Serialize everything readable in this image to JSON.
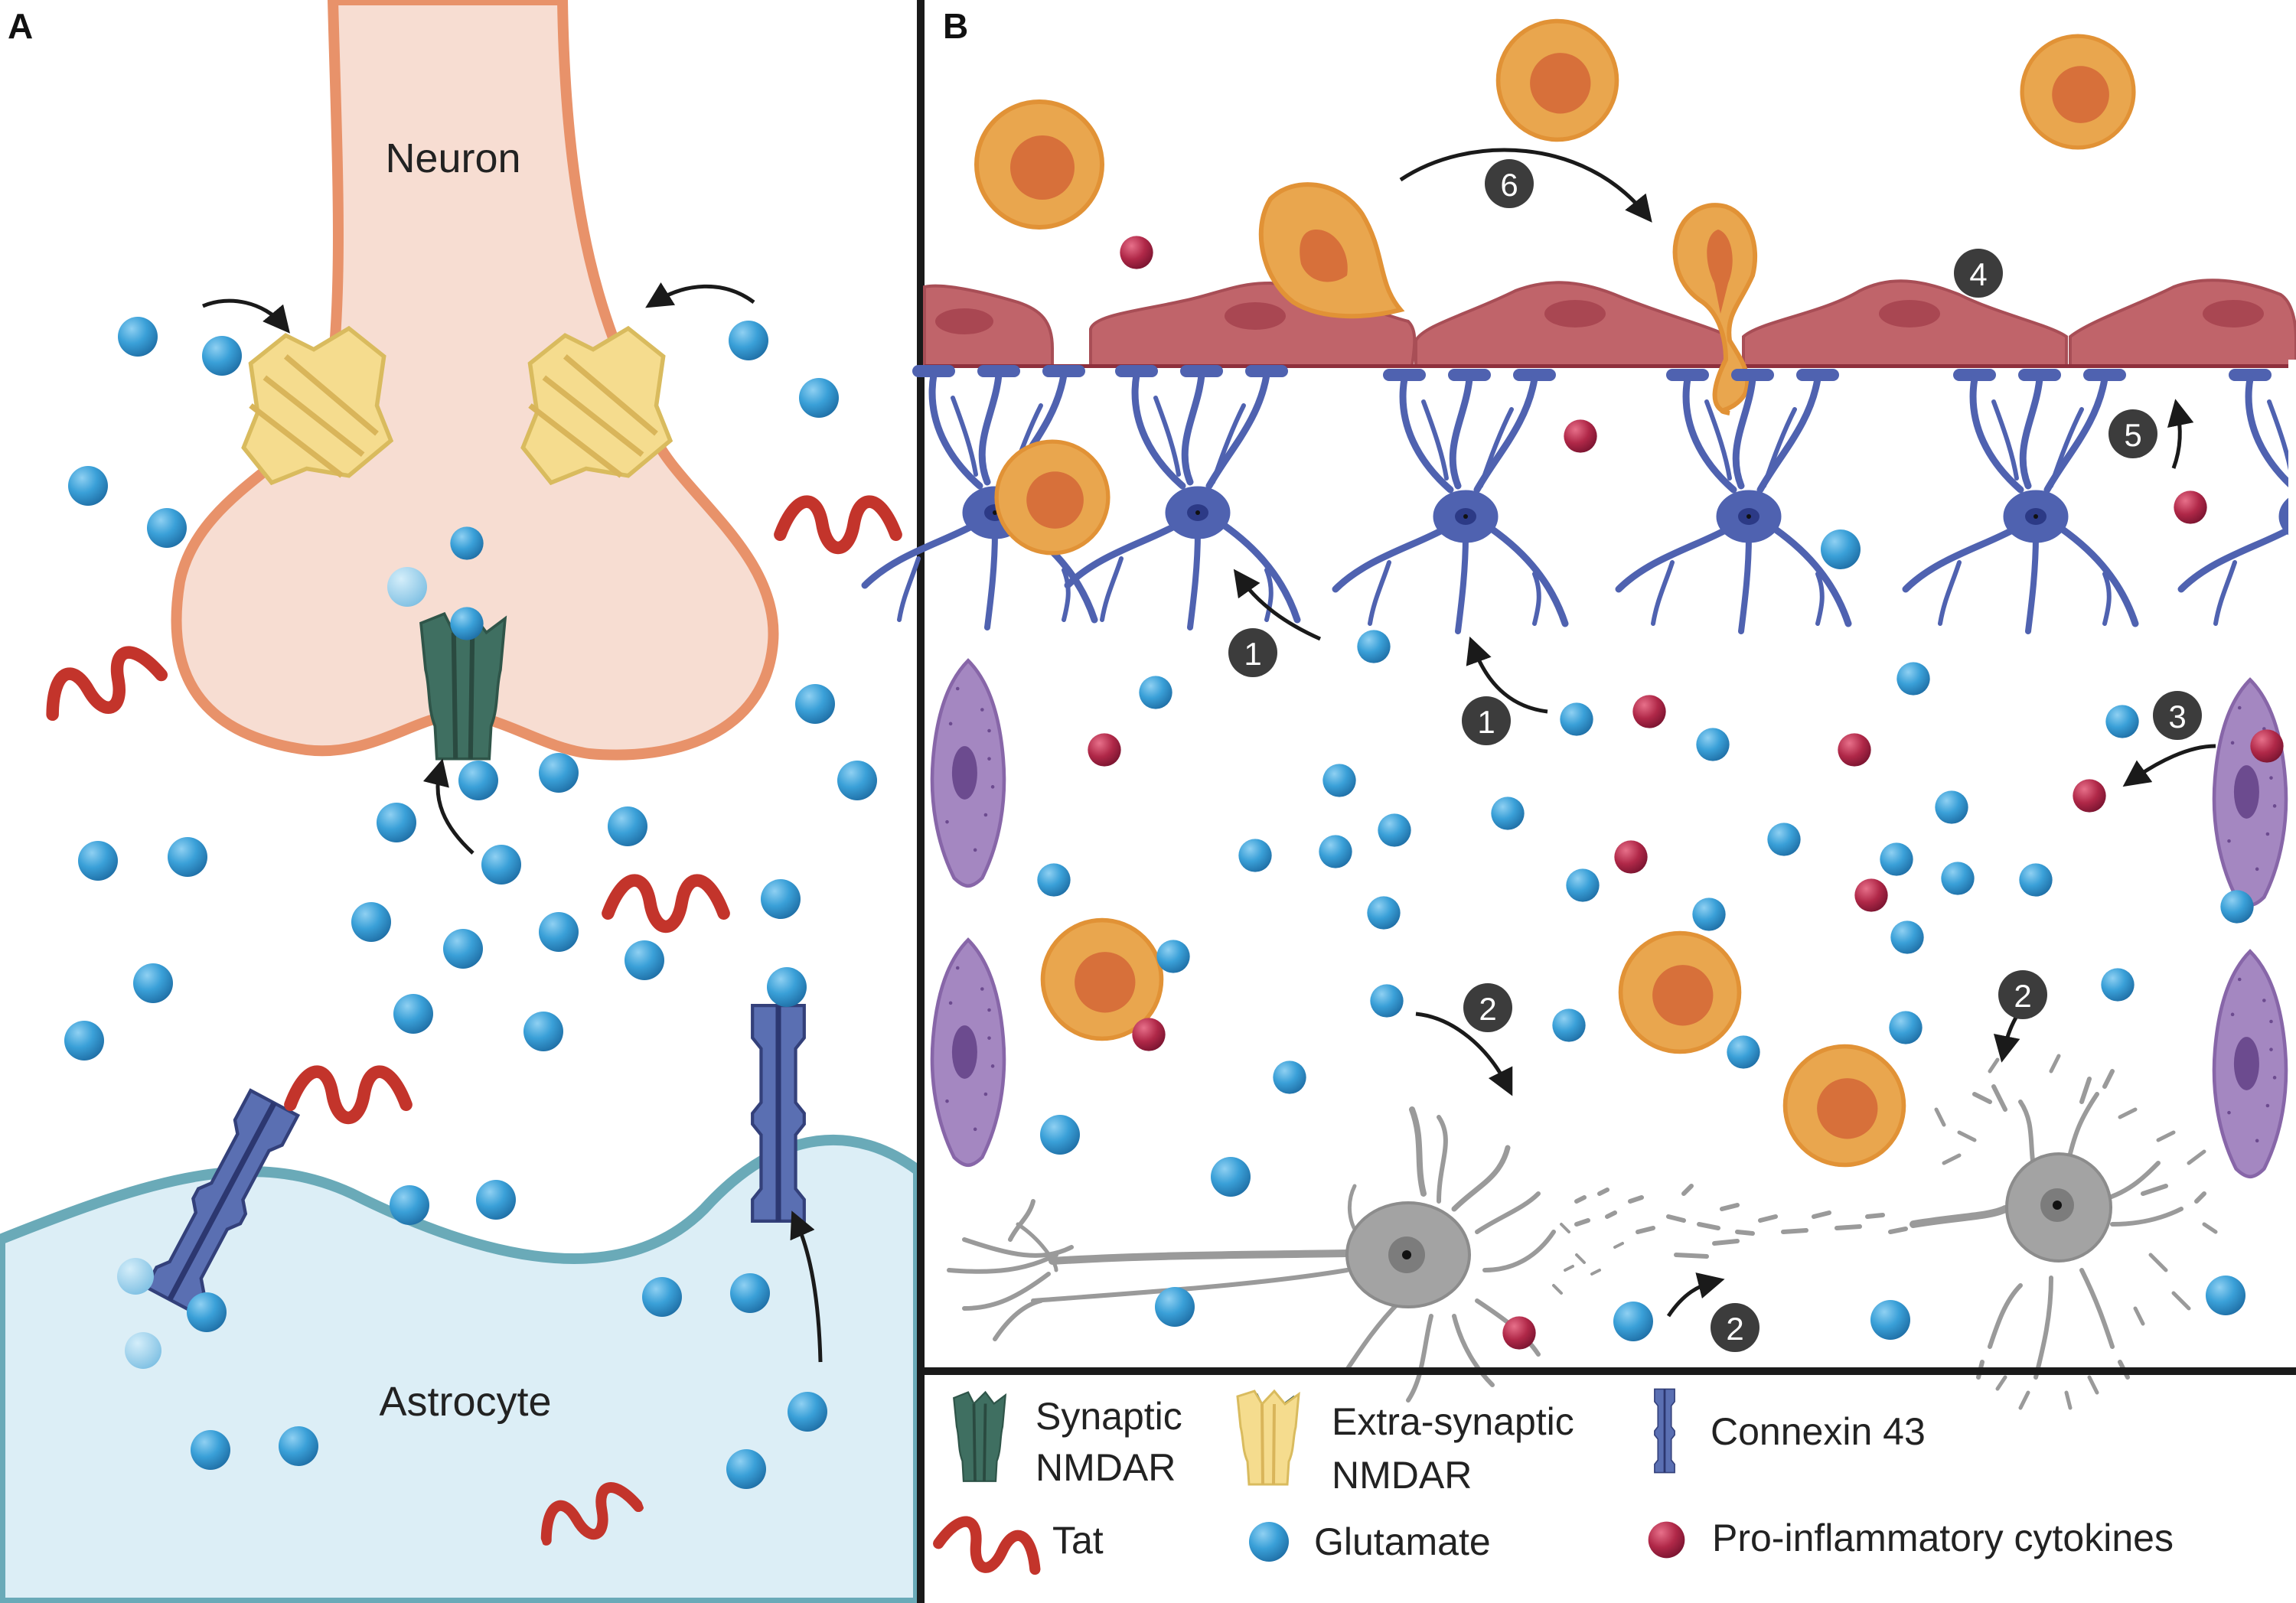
{
  "panels": {
    "a": {
      "letter": "A",
      "neuron_label": "Neuron",
      "astrocyte_label": "Astrocyte"
    },
    "b": {
      "letter": "B"
    }
  },
  "steps": {
    "s1a": "1",
    "s1b": "1",
    "s2a": "2",
    "s2b": "2",
    "s2c": "2",
    "s3": "3",
    "s4": "4",
    "s5": "5",
    "s6": "6"
  },
  "legend": {
    "synaptic_l1": "Synaptic",
    "synaptic_l2": "NMDAR",
    "extra_l1": "Extra-synaptic",
    "extra_l2": "NMDAR",
    "connexin": "Connexin 43",
    "tat": "Tat",
    "glutamate": "Glutamate",
    "cytokines": "Pro-inflammatory cytokines"
  },
  "colors": {
    "neuron_fill": "#f7ddd2",
    "neuron_stroke": "#e8926a",
    "astro_fill": "#dceef6",
    "astro_stroke": "#6aaab8",
    "glutamate": "#2f8fc9",
    "cytokine": "#a3203c",
    "tat": "#c0302a",
    "synaptic_nmdar": "#3d6b5e",
    "extra_nmdar": "#f3d98a",
    "connexin": "#5266a8",
    "endothelial": "#c0646a",
    "astro_b": "#4f62b0",
    "immune": "#e8a04c",
    "microglia": "#9b7cb6",
    "neuron_b": "#9a9a9a",
    "badge": "#3c3c3c"
  }
}
